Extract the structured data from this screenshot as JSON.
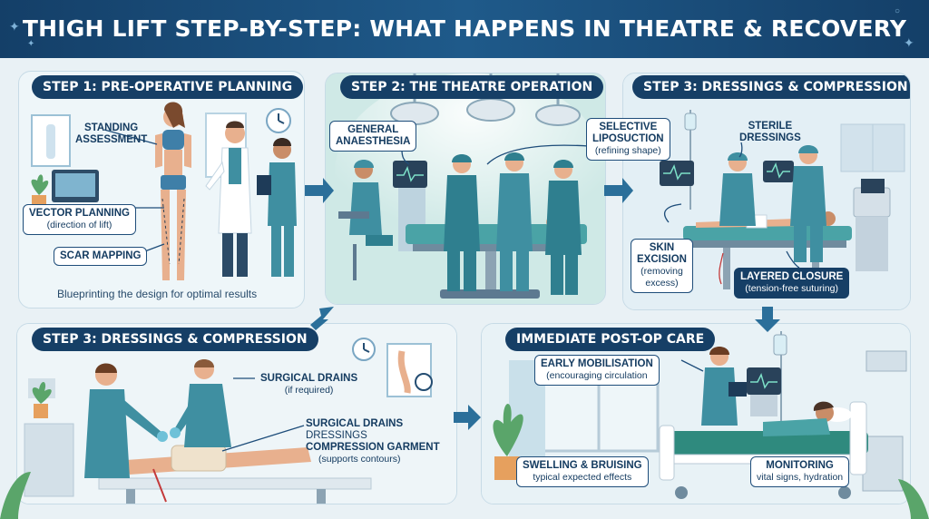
{
  "title": "THIGH LIFT STEP-BY-STEP: WHAT HAPPENS IN THEATRE & RECOVERY",
  "panels": {
    "planning": {
      "heading": "STEP 1: PRE-OPERATIVE PLANNING",
      "standing": [
        "STANDING",
        "ASSESSMENT"
      ],
      "vector": {
        "title": "VECTOR PLANNING",
        "sub": "(direction of lift)"
      },
      "scar": "SCAR MAPPING",
      "caption": "Blueprinting the design for optimal results"
    },
    "operation": {
      "heading": "STEP 2: THE THEATRE OPERATION",
      "anaesthesia": [
        "GENERAL",
        "ANAESTHESIA"
      ]
    },
    "dressings_top": {
      "heading": "STEP 3: DRESSINGS & COMPRESSION",
      "lipo": {
        "title": [
          "SELECTIVE",
          "LIPOSUCTION"
        ],
        "sub": "(refining shape)"
      },
      "sterile": [
        "STERILE",
        "DRESSINGS"
      ],
      "skin": {
        "title": [
          "SKIN",
          "EXCISION"
        ],
        "sub": [
          "(removing",
          "excess)"
        ]
      },
      "closure": {
        "title": "LAYERED CLOSURE",
        "sub": "(tension-free suturing)"
      }
    },
    "dressings_bottom": {
      "heading": "STEP 3: DRESSINGS & COMPRESSION",
      "drains": {
        "title": "SURGICAL DRAINS",
        "sub": "(if required)"
      },
      "list": {
        "line1": "SURGICAL DRAINS",
        "line2": "DRESSINGS",
        "line3": "COMPRESSION GARMENT",
        "sub": "(supports contours)"
      }
    },
    "postop": {
      "heading": "IMMEDIATE POST-OP CARE",
      "mobil": {
        "title": "EARLY MOBILISATION",
        "sub": "(encouraging circulation"
      },
      "swelling": {
        "title": "SWELLING & BRUISING",
        "sub": "typical expected effects"
      },
      "monitoring": {
        "title": "MONITORING",
        "sub": "vital signs, hydration"
      }
    }
  },
  "colors": {
    "header": "#1f5a8a",
    "pill": "#163f66",
    "scrubs": "#3f8fa1",
    "scrubs_dark": "#2f7f8f",
    "panel_bg": "#f4f9fb",
    "arrow": "#2b6f9a",
    "sheet": "#4aa3a6",
    "skin": "#e8b08e"
  },
  "icons": [
    "sparkle-icon",
    "flow-arrow-icon",
    "clock-icon",
    "surgical-lamp-icon",
    "monitor-icon",
    "plant-icon",
    "iv-stand-icon"
  ]
}
